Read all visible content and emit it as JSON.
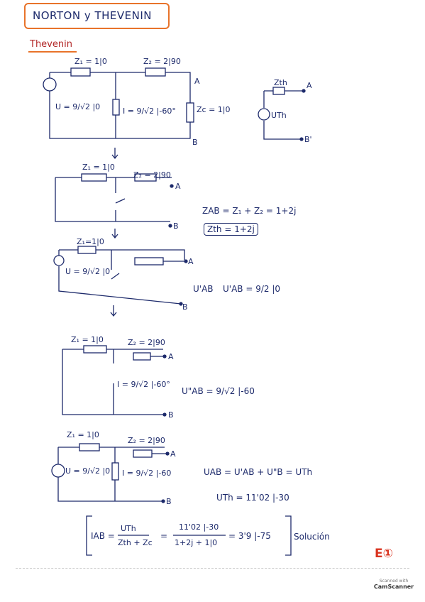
{
  "header": {
    "title": "NORTON y THEVENIN"
  },
  "section": {
    "title": "Thevenin"
  },
  "circuit1": {
    "z1": "Z₁ = 1|0",
    "z2": "Z₂ = 2|90",
    "zc": "Zc = 1|0",
    "u": "U = 9/√2 |0",
    "i": "I = 9/√2 |-60°",
    "node_a": "A",
    "node_b": "B"
  },
  "thevenin_equiv": {
    "zth": "Zth",
    "uth": "UTh",
    "node_a": "A",
    "node_b": "B'"
  },
  "circuit2": {
    "z1": "Z₁ = 1|0",
    "z2": "Z₂ = 2|90",
    "node_a": "A",
    "node_b": "B",
    "eq1": "ZAB = Z₁ + Z₂ = 1+2j",
    "eq2": "Zth = 1+2j"
  },
  "circuit3": {
    "z1": "Z₁=1|0",
    "u": "U = 9/√2 |0",
    "node_a": "A",
    "node_b": "B",
    "uab_label": "U'AB",
    "eq": "U'AB = 9/2 |0"
  },
  "circuit4": {
    "z1": "Z₁ = 1|0",
    "z2": "Z₂ = 2|90",
    "node_a": "A",
    "node_b": "B",
    "i": "I = 9/√2 |-60°",
    "eq": "U\"AB = 9/√2 |-60"
  },
  "circuit5": {
    "z1": "Z₁ = 1|0",
    "z2": "Z₂ = 2|90",
    "node_a": "A",
    "node_b": "B",
    "u": "U = 9/√2 |0",
    "i": "I = 9/√2 |-60",
    "eq1": "UAB = U'AB + U\"B = UTh",
    "eq2": "UTh = 11'02 |-30"
  },
  "result": {
    "lhs": "IAB =",
    "frac1_num": "UTh",
    "frac1_den": "Zth + Zc",
    "frac2_num": "11'02 |-30",
    "frac2_den": "1+2j + 1|0",
    "value": "= 3'9 |-75",
    "label": "Solución"
  },
  "footer": {
    "page_mark": "E①",
    "scanned": "Scanned with",
    "brand": "CamScanner"
  },
  "colors": {
    "ink": "#1d2a6b",
    "accent": "#e8732a",
    "heading": "#b22626",
    "mark": "#d9331f"
  }
}
